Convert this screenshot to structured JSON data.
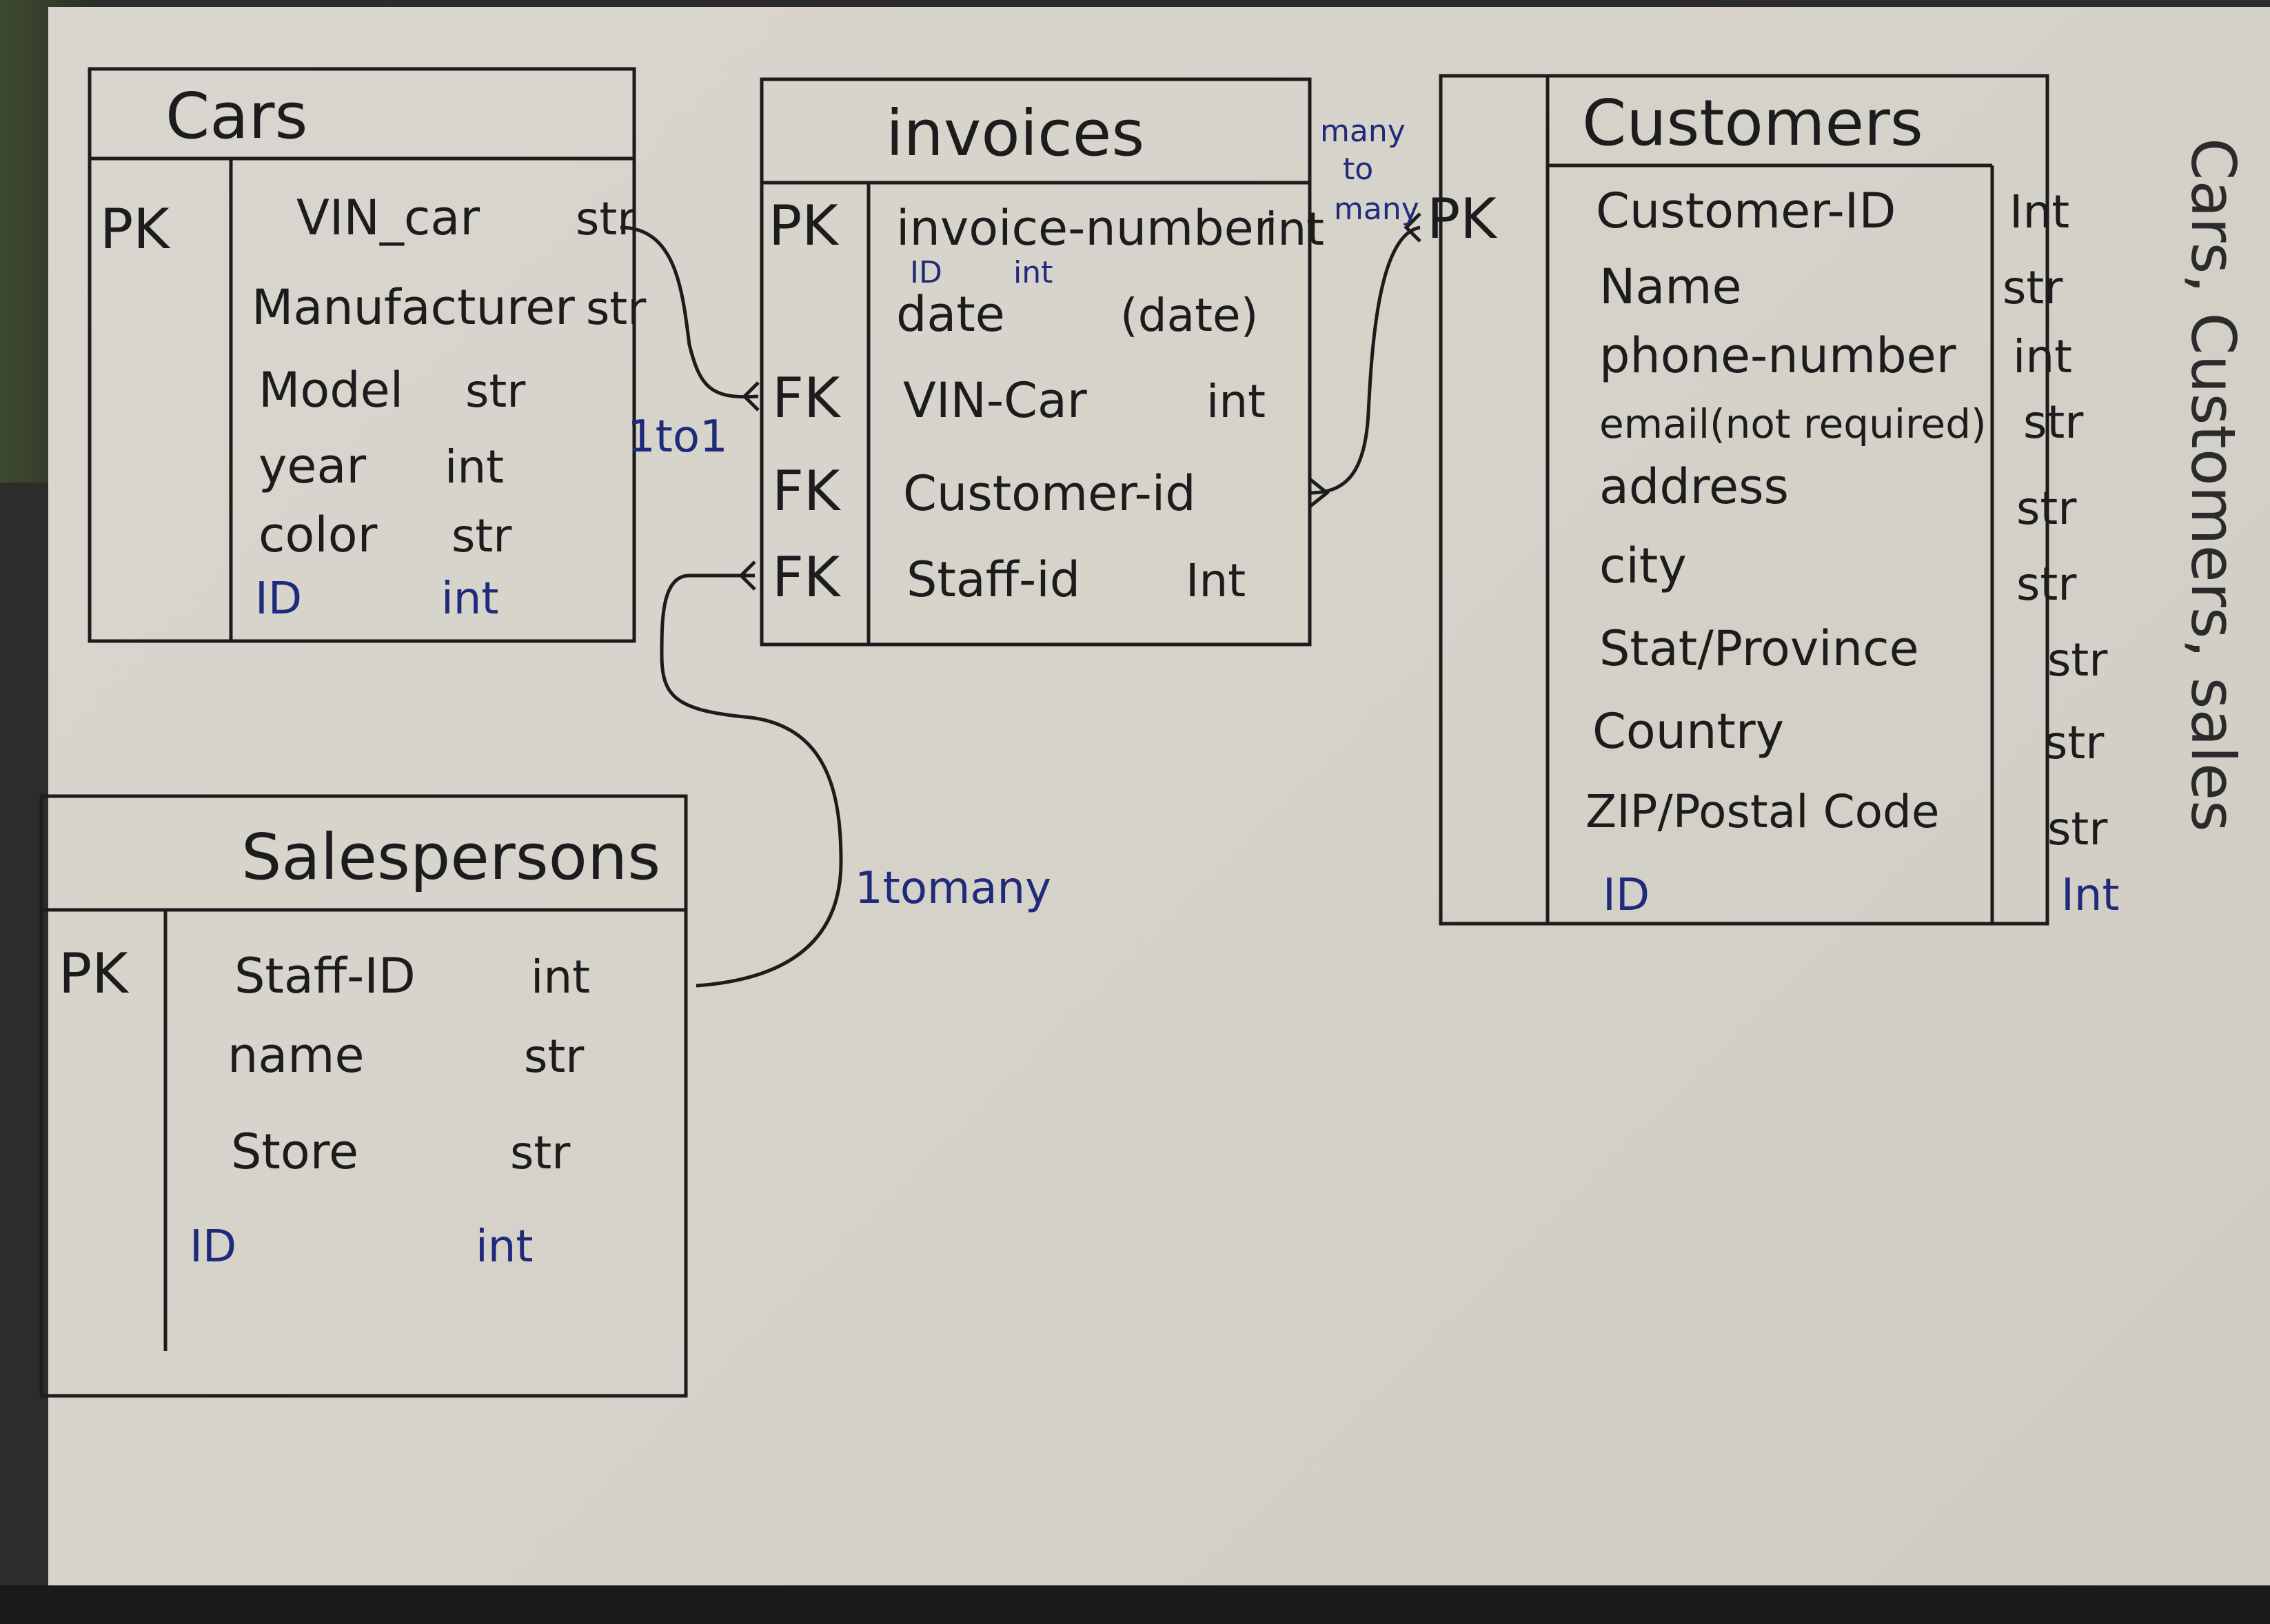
{
  "tables": {
    "cars": {
      "title": "Cars",
      "pk": "PK",
      "fields": [
        {
          "name": "VIN_car",
          "type": "str"
        },
        {
          "name": "Manufacturer",
          "type": "str"
        },
        {
          "name": "Model",
          "type": "str"
        },
        {
          "name": "year",
          "type": "int"
        },
        {
          "name": "color",
          "type": "str"
        },
        {
          "name": "ID",
          "type": "int"
        }
      ]
    },
    "invoices": {
      "title": "invoices",
      "pk": "PK",
      "fk1": "FK",
      "fk2": "FK",
      "fk3": "FK",
      "fields": [
        {
          "name": "invoice-number",
          "type": "int"
        },
        {
          "name": "date",
          "type": "(date)"
        },
        {
          "name": "VIN-Car",
          "type": "int"
        },
        {
          "name": "Customer-id",
          "type": ""
        },
        {
          "name": "Staff-id",
          "type": "Int"
        }
      ],
      "id_note": "ID",
      "id_type_note": "int"
    },
    "customers": {
      "title": "Customers",
      "pk": "PK",
      "fields": [
        {
          "name": "Customer-ID",
          "type": "Int"
        },
        {
          "name": "Name",
          "type": "str"
        },
        {
          "name": "phone-number",
          "type": "int"
        },
        {
          "name": "email(not required)",
          "type": "str"
        },
        {
          "name": "address",
          "type": "str"
        },
        {
          "name": "city",
          "type": "str"
        },
        {
          "name": "Stat/Province",
          "type": "str"
        },
        {
          "name": "Country",
          "type": "str"
        },
        {
          "name": "ZIP/Postal Code",
          "type": "str"
        },
        {
          "name": "ID",
          "type": "Int"
        }
      ]
    },
    "salespersons": {
      "title": "Salespersons",
      "pk": "PK",
      "fields": [
        {
          "name": "Staff-ID",
          "type": "int"
        },
        {
          "name": "name",
          "type": "str"
        },
        {
          "name": "Store",
          "type": "str"
        },
        {
          "name": "ID",
          "type": "int"
        }
      ]
    }
  },
  "relations": {
    "cars_invoices": "1to1",
    "invoices_customers_line1": "many",
    "invoices_customers_line2": "to",
    "invoices_customers_line3": "many",
    "salespersons_invoices": "1tomany"
  },
  "margin_text": "Cars, Customers, sales"
}
